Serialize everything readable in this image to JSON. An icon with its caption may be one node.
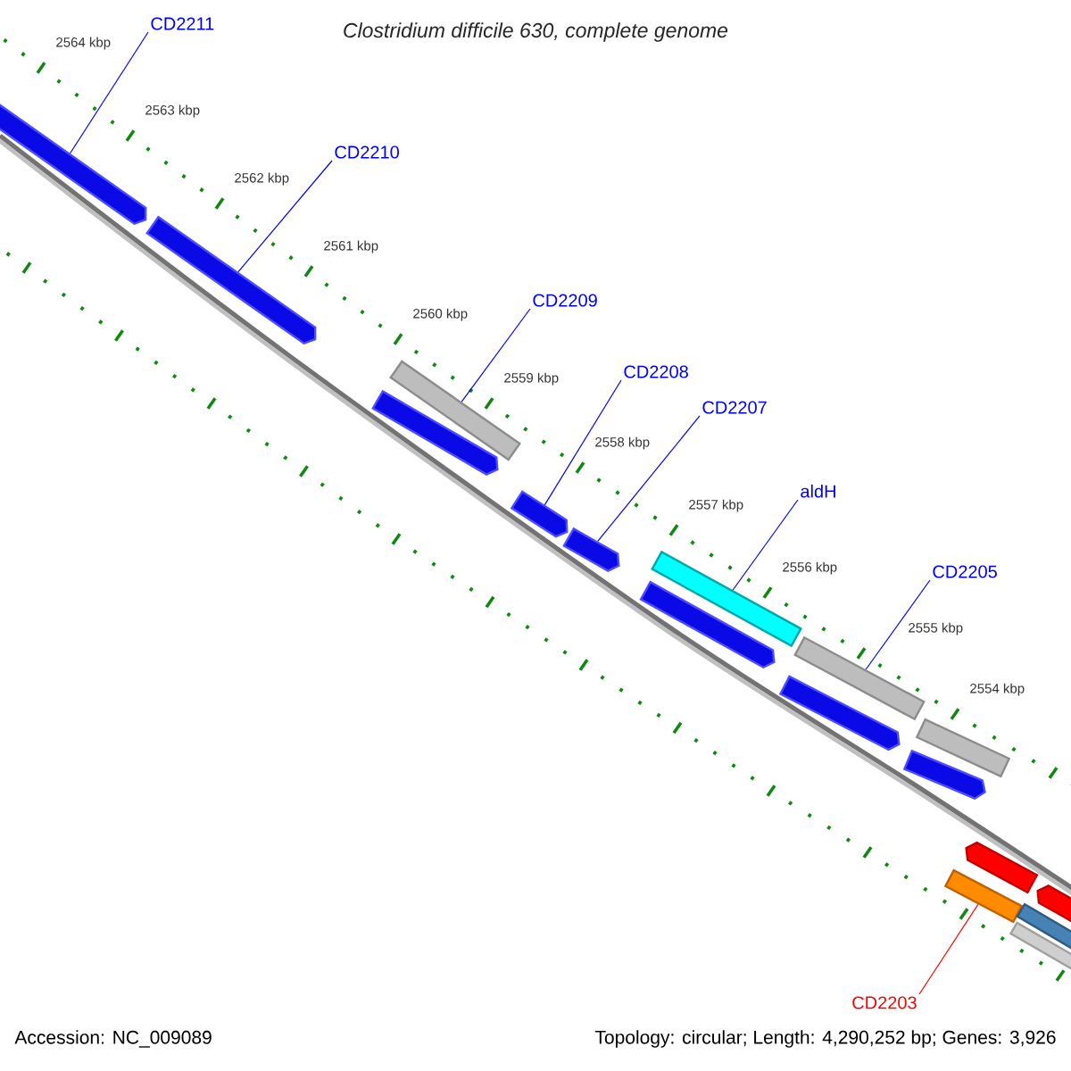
{
  "diagram": {
    "title": "Clostridium difficile 630, complete genome",
    "nodes": [
      {
        "text": [
          "CD2211"
        ]
      },
      {
        "text": [
          "CD2210"
        ]
      },
      {
        "text": [
          "CD2209"
        ]
      },
      {
        "text": [
          "CD2208"
        ]
      },
      {
        "text": [
          "CD2207"
        ]
      },
      {
        "text": [
          "aldH"
        ]
      },
      {
        "text": [
          "CD2205"
        ]
      },
      {
        "text": [
          "CD2203"
        ]
      },
      {
        "text": [],
        "shape": "pentagon"
      },
      {
        "text": [],
        "shape": "pentagon"
      },
      {
        "text": [],
        "shape": "bar"
      },
      {
        "text": [],
        "shape": "pentagon"
      },
      {
        "text": [],
        "shape": "pentagon"
      },
      {
        "text": [],
        "shape": "pentagon"
      },
      {
        "text": [],
        "shape": "bar"
      },
      {
        "text": [],
        "shape": "pentagon"
      },
      {
        "text": [],
        "shape": "bar"
      },
      {
        "text": [],
        "shape": "pentagon"
      },
      {
        "text": [],
        "shape": "bar"
      },
      {
        "text": [],
        "shape": "pentagon"
      },
      {
        "text": [],
        "shape": "pentagon"
      },
      {
        "text": [],
        "shape": "bar"
      },
      {
        "text": [],
        "shape": "pentagon"
      },
      {
        "text": [],
        "shape": "bar"
      },
      {
        "text": [],
        "shape": "bar"
      }
    ],
    "edges": [
      {
        "from": 0,
        "to": 8,
        "arrow": "none"
      },
      {
        "from": 1,
        "to": 9,
        "arrow": "none"
      },
      {
        "from": 2,
        "to": 10,
        "arrow": "none"
      },
      {
        "from": 3,
        "to": 12,
        "arrow": "none"
      },
      {
        "from": 4,
        "to": 13,
        "arrow": "none"
      },
      {
        "from": 5,
        "to": 14,
        "arrow": "none"
      },
      {
        "from": 6,
        "to": 16,
        "arrow": "none"
      },
      {
        "from": 7,
        "to": 21,
        "arrow": "none",
        "color": "#ff0000"
      }
    ],
    "labels": [
      "2564 kbp",
      "2563 kbp",
      "2562 kbp",
      "2561 kbp",
      "2560 kbp",
      "2559 kbp",
      "2558 kbp",
      "2557 kbp",
      "2556 kbp",
      "2555 kbp",
      "2554 kbp",
      "Accession: NC_009089",
      "Topology: circular; Length: 4,290,252 bp; Genes: 3,926"
    ]
  }
}
